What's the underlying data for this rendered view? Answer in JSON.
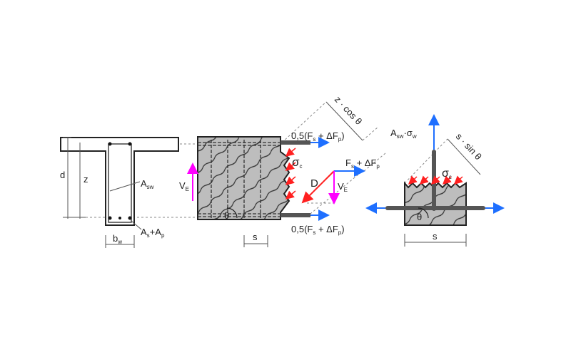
{
  "colors": {
    "tension": "#1e6fff",
    "compression": "#ff2020",
    "shear": "#ff00ff",
    "concrete": "#bdbdbd"
  },
  "section": {
    "d": "d",
    "z": "z",
    "asw": "A",
    "asw_sub": "sw",
    "as": "A",
    "as_sub": "s",
    "plus": "+",
    "ap": "A",
    "ap_sub": "p",
    "bw": "b",
    "bw_sub": "w"
  },
  "truss": {
    "top_force": "0,5(F",
    "top_force_sub": "s",
    "top_force_mid": " + ΔF",
    "top_force_sub2": "p",
    "top_force_end": ")",
    "bottom_force": "0,5(F",
    "bottom_force_sub": "s",
    "bottom_force_mid": " + ΔF",
    "bottom_force_sub2": "p",
    "bottom_force_end": ")",
    "sigma_c": "σ",
    "sigma_c_sub": "c",
    "d_label": "D",
    "fs": "F",
    "fs_sub": "s",
    "fs_mid": " + ΔF",
    "fs_sub2": "p",
    "vb": "V",
    "vb_sub": "E",
    "vb_left": "V",
    "vb_left_sub": "E",
    "theta": "θ",
    "s": "s",
    "zcos": "z · cos θ"
  },
  "stirrup": {
    "asw": "A",
    "asw_sub": "sw",
    "dot": "·σ",
    "sigma_sub": "w",
    "ssin": "s · sin θ",
    "sigma_c": "σ",
    "sigma_c_sub": "c",
    "theta": "θ",
    "s": "s"
  }
}
